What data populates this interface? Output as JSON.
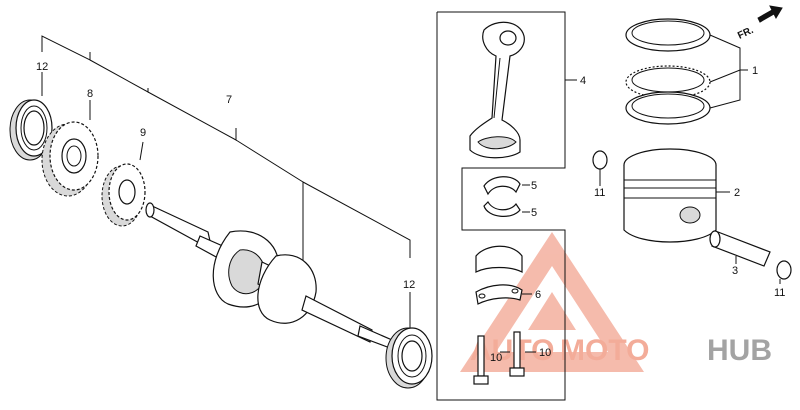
{
  "callouts": {
    "piston_ring_set": "1",
    "piston": "2",
    "piston_pin": "3",
    "connecting_rod": "4",
    "bearing_upper": "5",
    "bearing_lower": "5",
    "rod_cap_plate": "6",
    "crankshaft": "7",
    "timing_gear": "8",
    "governor_gear": "9",
    "rod_bolt_a": "10",
    "rod_bolt_b": "10",
    "clip_left": "11",
    "clip_right": "11",
    "bearing_left": "12",
    "bearing_right": "12"
  },
  "direction_label": "FR.",
  "watermark": {
    "part1": "AUTO",
    "part2": "MOTO",
    "part3": "HUB"
  }
}
